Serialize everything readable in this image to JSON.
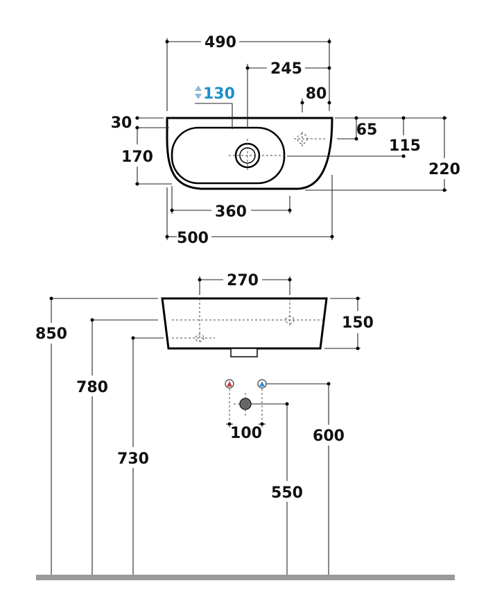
{
  "colors": {
    "outline": "#000000",
    "dimension_text": "#111111",
    "highlight_text": "#1f8fc9",
    "hot_marker": "#d23a3a",
    "cold_marker": "#2f8fd0",
    "waste_marker": "#6b6b6b",
    "floor": "#9a9a9a"
  },
  "top_view": {
    "width_overall": "490",
    "tap_offset": "245",
    "tap_hole_height": "130",
    "overflow_offset": "80",
    "rim_depth": "30",
    "bowl_depth": "170",
    "overflow_depth": "65",
    "waste_depth": "115",
    "total_depth": "220",
    "bowl_width": "360",
    "total_width": "500"
  },
  "front_view": {
    "fixing_spacing": "270",
    "basin_height": "150",
    "rim_height": "850",
    "upper_fixing_height": "780",
    "lower_fixing_height": "730"
  },
  "plumbing": {
    "supply_spacing": "100",
    "supply_height": "600",
    "waste_height": "550"
  }
}
